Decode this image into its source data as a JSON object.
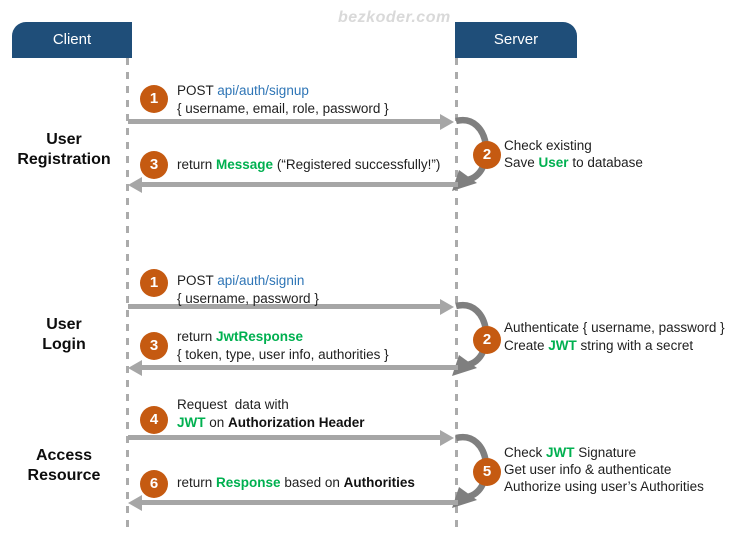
{
  "watermark": "bezkoder.com",
  "actors": {
    "client": "Client",
    "server": "Server"
  },
  "colors": {
    "actor_bg": "#1F4E79",
    "circle_bg": "#C55A11",
    "link_text": "#2E75B6",
    "highlight_green": "#00B050",
    "arrow_gray": "#A6A6A6",
    "loop_gray": "#7F7F7F",
    "lifeline_gray": "#ABABAB",
    "watermark_gray": "#D9D9D9"
  },
  "sections": [
    {
      "label": [
        "User",
        "Registration"
      ],
      "client_steps": [
        {
          "num": "1",
          "lines": [
            [
              {
                "t": "POST ",
                "s": "plain"
              },
              {
                "t": "api/auth/signup",
                "s": "link"
              }
            ],
            [
              {
                "t": "{ username, email, role, password }",
                "s": "plain"
              }
            ]
          ]
        },
        {
          "num": "3",
          "lines": [
            [
              {
                "t": "return ",
                "s": "plain"
              },
              {
                "t": "Message",
                "s": "green"
              },
              {
                "t": " (“Registered successfully!”)",
                "s": "plain"
              }
            ]
          ]
        }
      ],
      "server_step": {
        "num": "2",
        "lines": [
          [
            {
              "t": "Check existing",
              "s": "plain"
            }
          ],
          [
            {
              "t": "Save ",
              "s": "plain"
            },
            {
              "t": "User",
              "s": "green"
            },
            {
              "t": " to database",
              "s": "plain"
            }
          ]
        ]
      }
    },
    {
      "label": [
        "User",
        "Login"
      ],
      "client_steps": [
        {
          "num": "1",
          "lines": [
            [
              {
                "t": "POST ",
                "s": "plain"
              },
              {
                "t": "api/auth/signin",
                "s": "link"
              }
            ],
            [
              {
                "t": "{ username, password }",
                "s": "plain"
              }
            ]
          ]
        },
        {
          "num": "3",
          "lines": [
            [
              {
                "t": "return ",
                "s": "plain"
              },
              {
                "t": "JwtResponse",
                "s": "green"
              }
            ],
            [
              {
                "t": "{ token, type, user info, authorities }",
                "s": "plain"
              }
            ]
          ]
        }
      ],
      "server_step": {
        "num": "2",
        "lines": [
          [
            {
              "t": "Authenticate { username, password }",
              "s": "plain"
            }
          ],
          [
            {
              "t": "Create ",
              "s": "plain"
            },
            {
              "t": "JWT",
              "s": "green"
            },
            {
              "t": " string with a secret",
              "s": "plain"
            }
          ]
        ]
      }
    },
    {
      "label": [
        "Access",
        "Resource"
      ],
      "client_steps": [
        {
          "num": "4",
          "lines": [
            [
              {
                "t": "Request  data with",
                "s": "plain"
              }
            ],
            [
              {
                "t": "JWT",
                "s": "green"
              },
              {
                "t": " on ",
                "s": "plain"
              },
              {
                "t": "Authorization Header",
                "s": "bold"
              }
            ]
          ]
        },
        {
          "num": "6",
          "lines": [
            [
              {
                "t": "return ",
                "s": "plain"
              },
              {
                "t": "Response",
                "s": "green"
              },
              {
                "t": " based on ",
                "s": "plain"
              },
              {
                "t": "Authorities",
                "s": "bold"
              }
            ]
          ]
        }
      ],
      "server_step": {
        "num": "5",
        "lines": [
          [
            {
              "t": "Check ",
              "s": "plain"
            },
            {
              "t": "JWT",
              "s": "green"
            },
            {
              "t": " Signature",
              "s": "plain"
            }
          ],
          [
            {
              "t": "Get user info & authenticate",
              "s": "plain"
            }
          ],
          [
            {
              "t": "Authorize using user’s Authorities",
              "s": "plain"
            }
          ]
        ]
      }
    }
  ]
}
